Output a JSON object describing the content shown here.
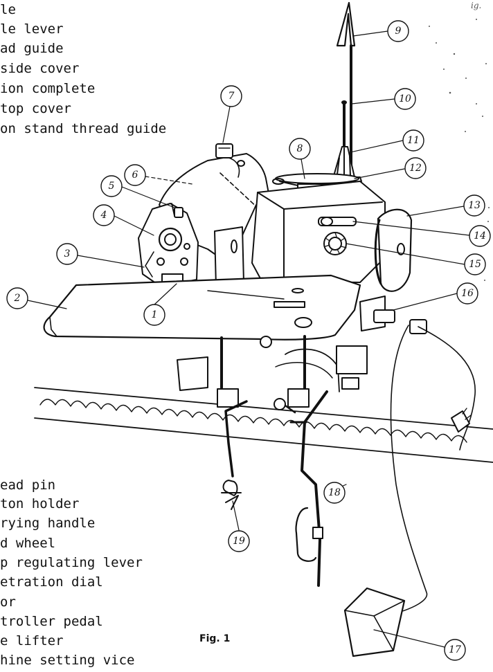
{
  "legend_top": [
    "le",
    "le lever",
    "ad guide",
    "side cover",
    "ion complete",
    "top cover",
    "on stand thread guide"
  ],
  "legend_bottom": [
    "ead pin",
    "ton holder",
    "rying handle",
    "d wheel",
    "p regulating lever",
    "etration dial",
    "or",
    "troller pedal",
    "e lifter",
    "hine setting vice"
  ],
  "callouts": [
    "1",
    "2",
    "3",
    "4",
    "5",
    "6",
    "7",
    "8",
    "9",
    "10",
    "11",
    "12",
    "13",
    "14",
    "15",
    "16",
    "17",
    "18",
    "19"
  ],
  "caption": "Fig. 1",
  "corner_mark": "ig."
}
